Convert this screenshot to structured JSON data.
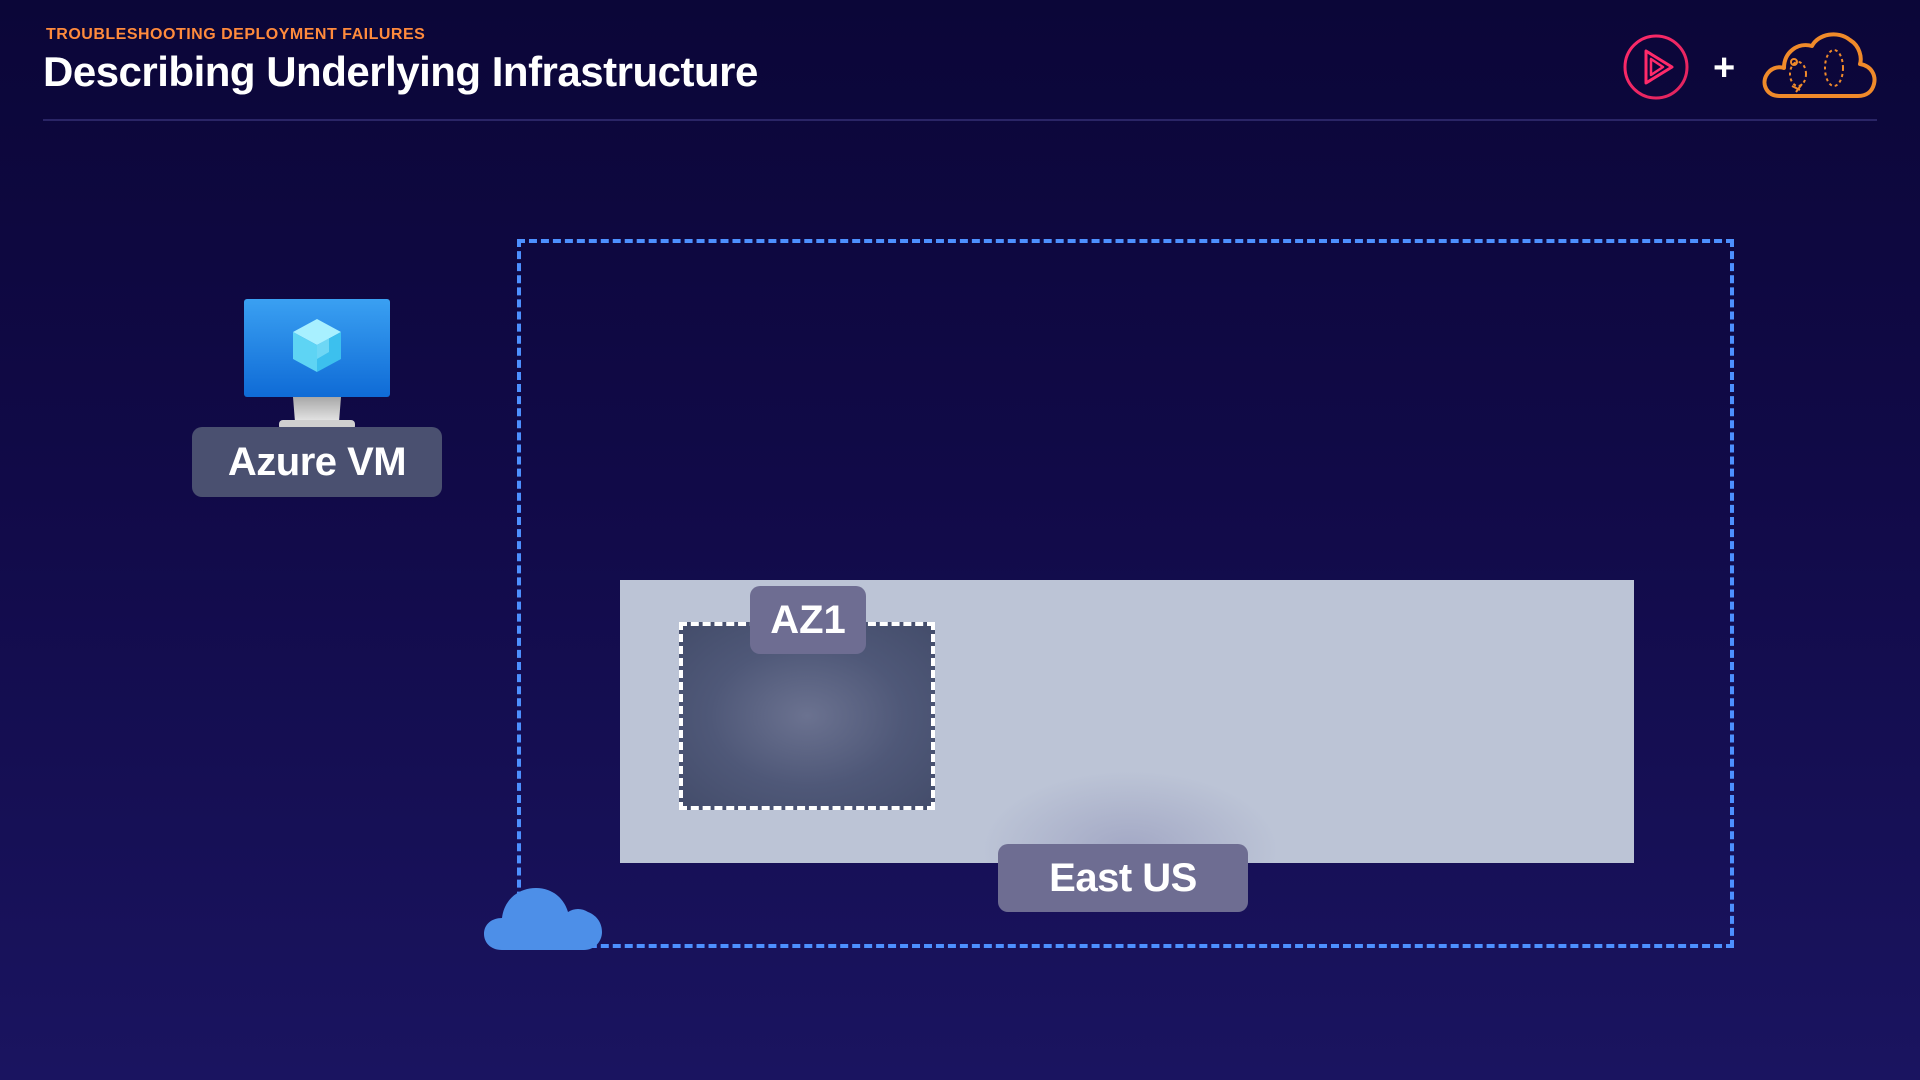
{
  "header": {
    "eyebrow": "TROUBLESHOOTING DEPLOYMENT FAILURES",
    "title": "Describing Underlying Infrastructure"
  },
  "logos": {
    "plus": "+",
    "play_icon": "play-logo-icon",
    "cloud_icon": "cloud-logo-icon"
  },
  "diagram": {
    "vm_label": "Azure VM",
    "vm_icon": "virtual-machine-icon",
    "availability_zone_label": "AZ1",
    "region_label": "East US",
    "cloud_icon": "azure-cloud-icon"
  },
  "colors": {
    "accent_orange": "#ff8a3c",
    "boundary_blue": "#4d90ff",
    "region_fill": "#bcc4d6",
    "label_fill": "#6e6d92",
    "vm_label_fill": "#4a5070"
  }
}
